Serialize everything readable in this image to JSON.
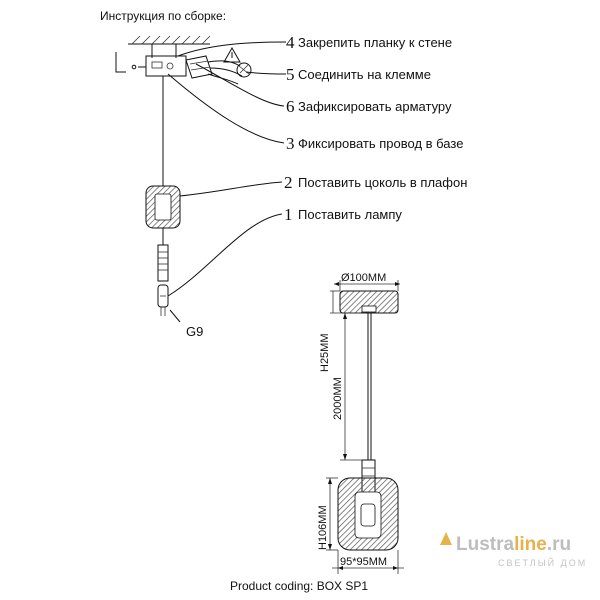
{
  "header": {
    "title": "Инструкция по сборке:"
  },
  "steps": [
    {
      "num": "4",
      "text": "Закрепить планку к стене"
    },
    {
      "num": "5",
      "text": "Соединить на клемме"
    },
    {
      "num": "6",
      "text": "Зафиксировать арматуру"
    },
    {
      "num": "3",
      "text": "Фиксировать провод в базе"
    },
    {
      "num": "2",
      "text": "Поставить цоколь в плафон"
    },
    {
      "num": "1",
      "text": "Поставить лампу"
    }
  ],
  "socket_label": "G9",
  "dimensions": {
    "canopy_diameter": "Ø100MM",
    "canopy_height": "H25MM",
    "cable_length": "2000MM",
    "shade_height": "H106MM",
    "shade_width": "95*95MM"
  },
  "footer": {
    "product_coding": "Product coding: BOX SP1"
  },
  "watermark": {
    "part1": "Lustra",
    "part2": "line",
    "part3": ".ru",
    "tagline": "СВЕТЛЫЙ ДОМ"
  },
  "colors": {
    "line": "#111111",
    "hatch": "#555555",
    "brand_accent": "#e6b24a",
    "brand_gray": "#bdbdbd"
  }
}
